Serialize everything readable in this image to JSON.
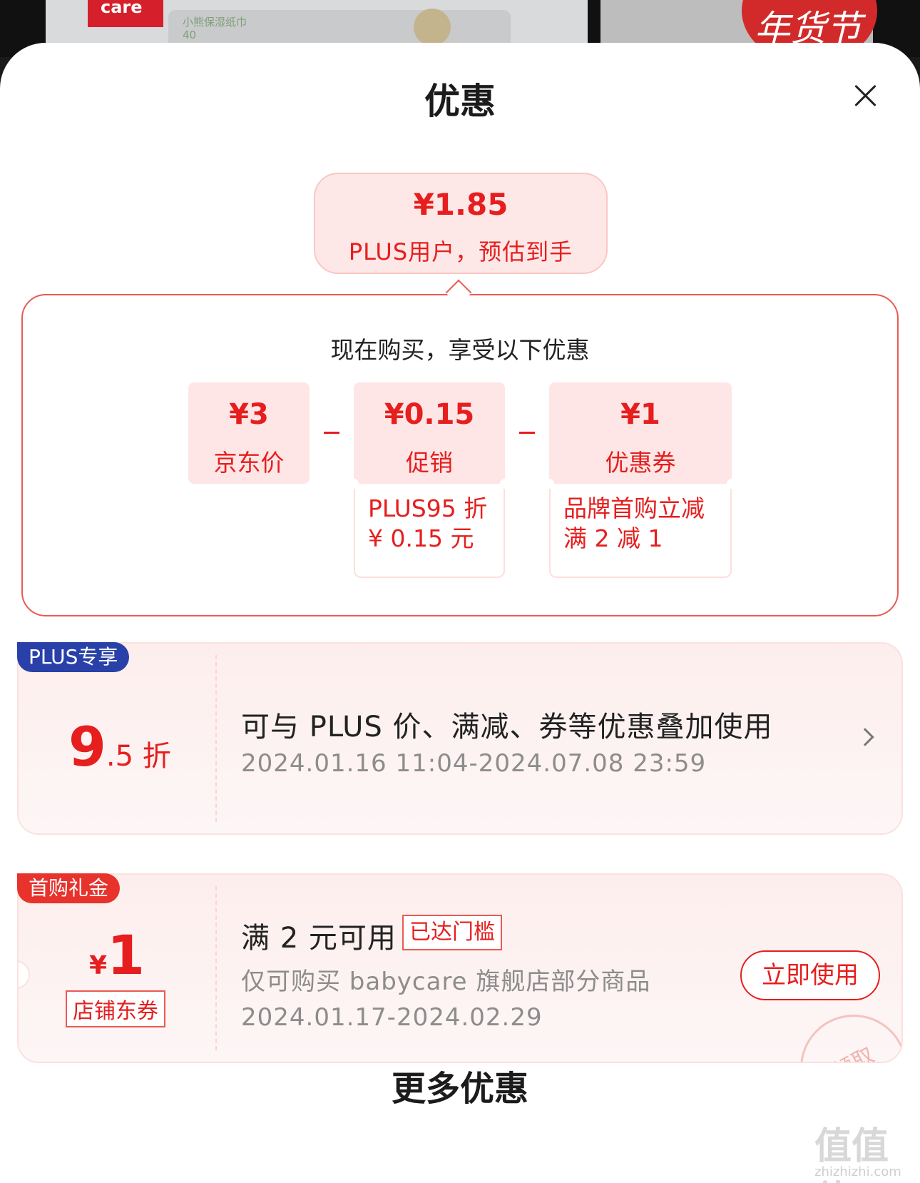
{
  "background": {
    "brand_tag": "care",
    "pack_name": "小熊保湿纸巾",
    "pack_count": "40",
    "festival_badge": "年货节"
  },
  "sheet": {
    "title": "优惠",
    "close_icon": "close-icon"
  },
  "estimate": {
    "price": "¥1.85",
    "note": "PLUS用户，预估到手"
  },
  "breakdown": {
    "subtitle": "现在购买，享受以下优惠",
    "items": [
      {
        "amount": "¥3",
        "label": "京东价"
      },
      {
        "amount": "¥0.15",
        "label": "促销",
        "detail": [
          "PLUS95 折",
          "¥ 0.15 元"
        ]
      },
      {
        "amount": "¥1",
        "label": "优惠券",
        "detail": [
          "品牌首购立减",
          "满 2 减 1"
        ]
      }
    ]
  },
  "coupon_plus": {
    "tag": "PLUS专享",
    "discount_main": "9",
    "discount_suffix": ".5 折",
    "title": "可与 PLUS 价、满减、券等优惠叠加使用",
    "validity": "2024.01.16 11:04-2024.07.08 23:59"
  },
  "coupon_store": {
    "tag": "首购礼金",
    "currency": "¥",
    "amount": "1",
    "type": "店铺东券",
    "title": "满 2 元可用",
    "badge": "已达门槛",
    "scope": "仅可购买 babycare 旗舰店部分商品",
    "validity": "2024.01.17-2024.02.29",
    "button": "立即使用",
    "stamp": "已领取"
  },
  "more": {
    "title": "更多优惠"
  },
  "watermark": {
    "logo": "值值值",
    "url": "zhizhizhi.com"
  },
  "colors": {
    "accent": "#e61e1e",
    "plus_blue": "#2840a8",
    "pink_bg": "#fde6e5"
  }
}
